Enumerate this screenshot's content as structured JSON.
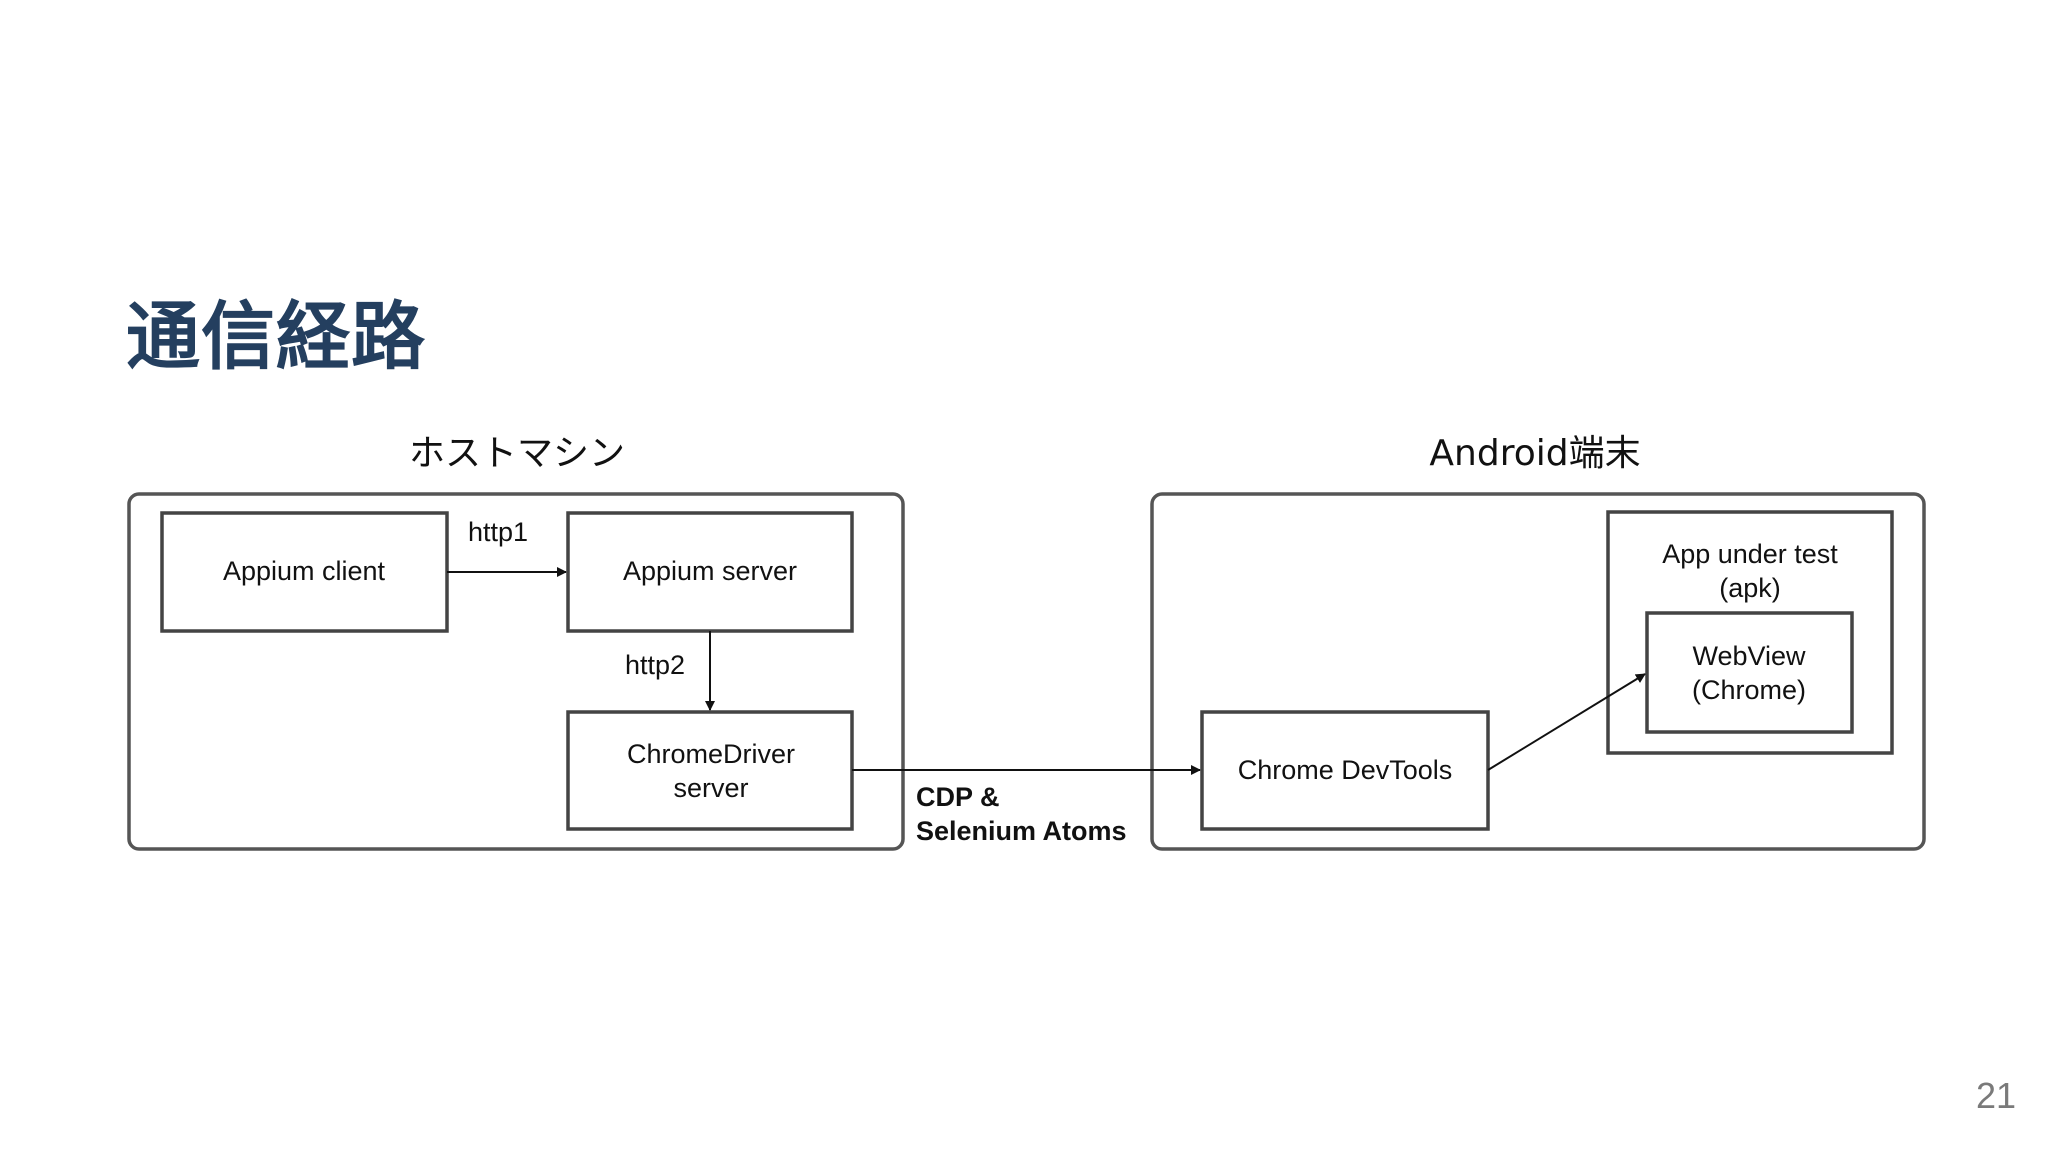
{
  "slide": {
    "title": "通信経路",
    "page_number": "21"
  },
  "diagram": {
    "groups": [
      {
        "id": "host",
        "label": "ホストマシン"
      },
      {
        "id": "android",
        "label": "Android端末"
      }
    ],
    "nodes": {
      "appium_client": {
        "lines": [
          "Appium client"
        ]
      },
      "appium_server": {
        "lines": [
          "Appium server"
        ]
      },
      "chromedriver_server": {
        "lines": [
          "ChromeDriver",
          "server"
        ]
      },
      "chrome_devtools": {
        "lines": [
          "Chrome DevTools"
        ]
      },
      "app_under_test": {
        "lines": [
          "App under test",
          "(apk)"
        ]
      },
      "webview": {
        "lines": [
          "WebView",
          "(Chrome)"
        ]
      }
    },
    "edges": {
      "http1": {
        "label": "http1"
      },
      "http2": {
        "label": "http2"
      },
      "cdp": {
        "lines": [
          "CDP &",
          "Selenium Atoms"
        ]
      },
      "devtools_to_webview": {
        "label": ""
      }
    },
    "colors": {
      "title": "#243f5f",
      "group_border": "#555555",
      "node_border": "#444444",
      "arrow": "#111111",
      "page_number": "#7a7a7a"
    }
  }
}
